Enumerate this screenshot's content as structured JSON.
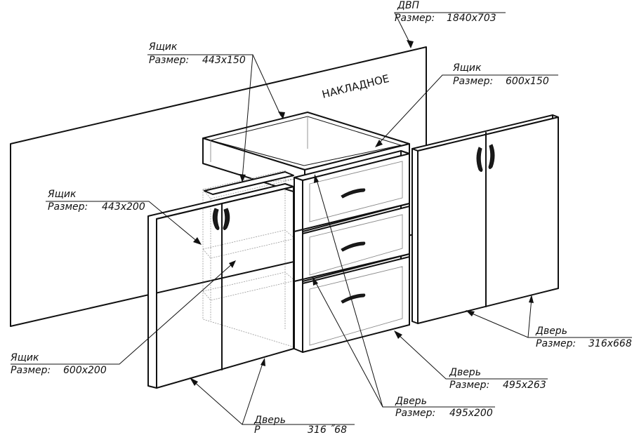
{
  "diagram": {
    "panel_label": "НАКЛАДНОЕ",
    "callouts": {
      "dvp": {
        "name": "ДВП",
        "size_prefix": "Размер:",
        "size": "1840x703"
      },
      "drawer_top_left": {
        "name": "Ящик",
        "size_prefix": "Размер:",
        "size": "443x150"
      },
      "drawer_top_right": {
        "name": "Ящик",
        "size_prefix": "Размер:",
        "size": "600x150"
      },
      "drawer_mid_left": {
        "name": "Ящик",
        "size_prefix": "Размер:",
        "size": "443x200"
      },
      "drawer_bottom_left": {
        "name": "Ящик",
        "size_prefix": "Размер:",
        "size": "600x200"
      },
      "door_right": {
        "name": "Дверь",
        "size_prefix": "Размер:",
        "size": "316x668"
      },
      "door_front": {
        "name": "Дверь",
        "size_prefix": "Размер:",
        "size": "495x263"
      },
      "door_front_drawers": {
        "name": "Дверь",
        "size_prefix": "Размер:",
        "size": "495x200"
      },
      "door_left": {
        "name": "Дверь",
        "size_prefix": "Р",
        "size": "316 ˝68"
      }
    }
  }
}
